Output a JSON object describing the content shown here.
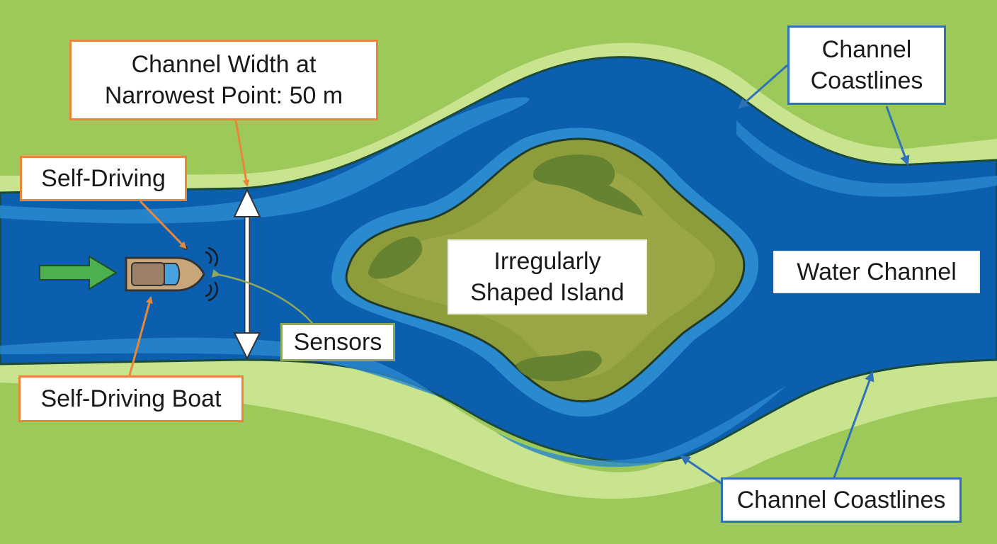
{
  "labels": {
    "channel_width": "Channel Width at\nNarrowest Point: 50 m",
    "self_driving": "Self-Driving",
    "self_driving_boat": "Self-Driving Boat",
    "sensors": "Sensors",
    "island": "Irregularly\nShaped Island",
    "water_channel": "Water Channel",
    "coastlines_top": "Channel\nCoastlines",
    "coastlines_bottom": "Channel Coastlines"
  },
  "colors": {
    "land": "#9cc95a",
    "bank": "#c8e48e",
    "deep_water": "#0b5fae",
    "shallow_water": "#2a8ad0",
    "island": "#8e9d3c",
    "island_edge": "#1e3a2a",
    "orange_callout": "#e8873a",
    "blue_callout": "#2f72b8",
    "sensor_callout": "#8fa85a",
    "direction_arrow": "#4caf50"
  }
}
